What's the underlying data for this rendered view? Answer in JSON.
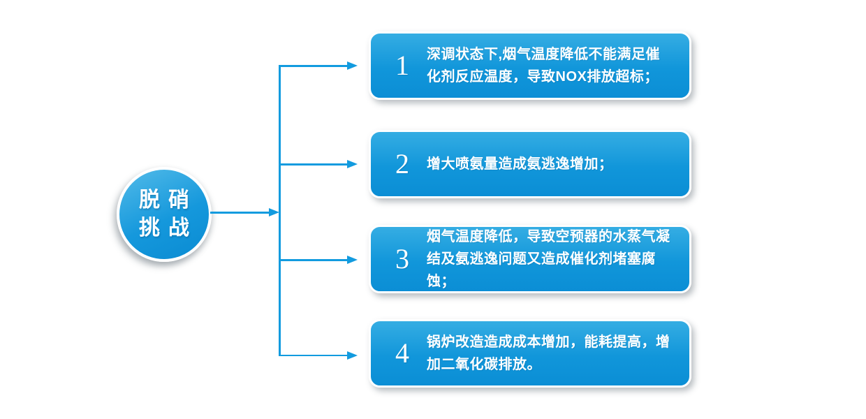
{
  "diagram": {
    "root": {
      "label_line1": "脱硝",
      "label_line2": "挑战"
    },
    "items": [
      {
        "number": "1",
        "text": "深调状态下,烟气温度降低不能满足催化剂反应温度，导致NOX排放超标；"
      },
      {
        "number": "2",
        "text": "增大喷氨量造成氨逃逸增加；"
      },
      {
        "number": "3",
        "text": "烟气温度降低，导致空预器的水蒸气凝结及氨逃逸问题又造成催化剂堵塞腐蚀；"
      },
      {
        "number": "4",
        "text": "锅炉改造造成成本增加，能耗提高，增加二氧化碳排放。"
      }
    ],
    "colors": {
      "node_fill_top": "#35ade3",
      "node_fill_bottom": "#0b8ed5",
      "connector": "#129bdf",
      "text": "#ffffff",
      "background": "#ffffff"
    }
  }
}
